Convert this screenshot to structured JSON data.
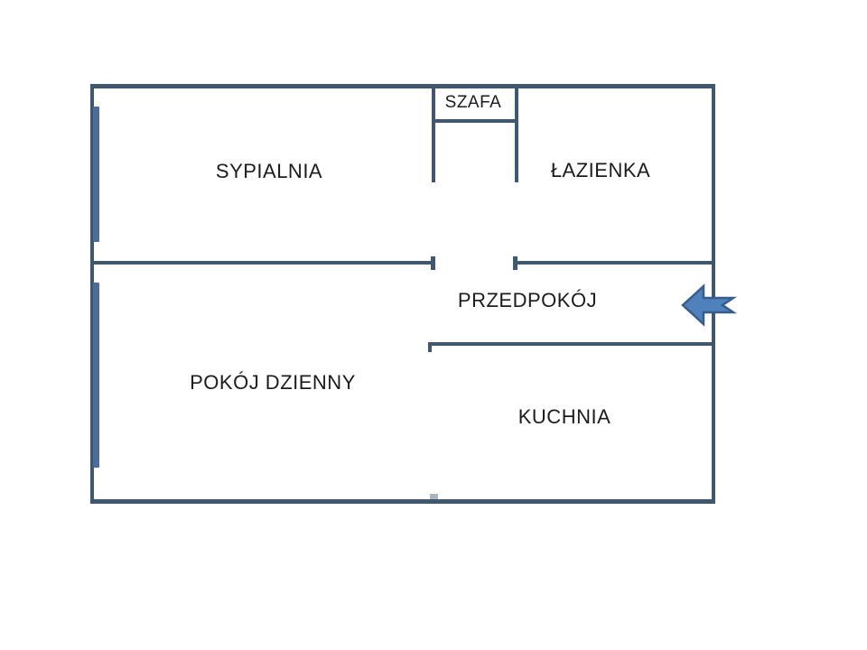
{
  "floor_plan": {
    "rooms": [
      {
        "id": "sypialnia",
        "label": "SYPIALNIA"
      },
      {
        "id": "szafa",
        "label": "SZAFA"
      },
      {
        "id": "lazienka",
        "label": "ŁAZIENKA"
      },
      {
        "id": "przedpokoj",
        "label": "PRZEDPOKÓJ"
      },
      {
        "id": "pokoj_dzienny",
        "label": "POKÓJ DZIENNY"
      },
      {
        "id": "kuchnia",
        "label": "KUCHNIA"
      }
    ],
    "icons": [
      {
        "name": "entrance-arrow-icon",
        "shape": "left-pointing block arrow with chevron tail"
      }
    ],
    "colors": {
      "wall": "#40586f",
      "window_accent": "#4a6d9c",
      "arrow_fill": "#4f81bd",
      "arrow_stroke": "#385d8a",
      "text": "#1c1c1c",
      "background": "#ffffff"
    }
  }
}
